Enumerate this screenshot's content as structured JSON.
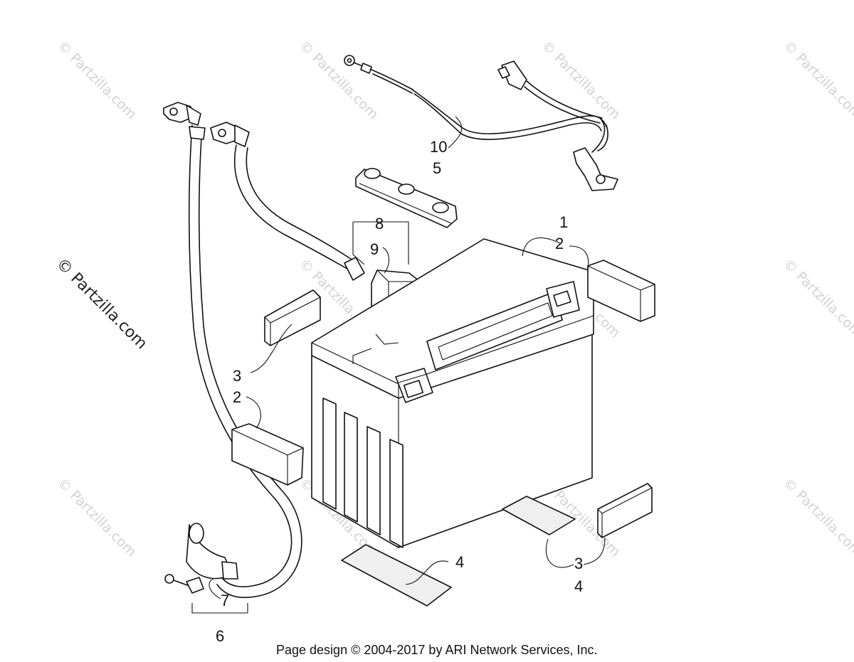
{
  "watermarks": {
    "small_text": "© Partzilla.com",
    "large_text": "© Partzilla.com"
  },
  "callouts": {
    "c1": "1",
    "c2_top": "2",
    "c10": "10",
    "c5": "5",
    "c8": "8",
    "c9": "9",
    "c3_left": "3",
    "c2_left": "2",
    "c4_bottom": "4",
    "c3_right": "3",
    "c4_right": "4",
    "c7": "7",
    "c6": "6"
  },
  "footer": {
    "text": "Page design © 2004-2017 by ARI Network Services, Inc."
  }
}
